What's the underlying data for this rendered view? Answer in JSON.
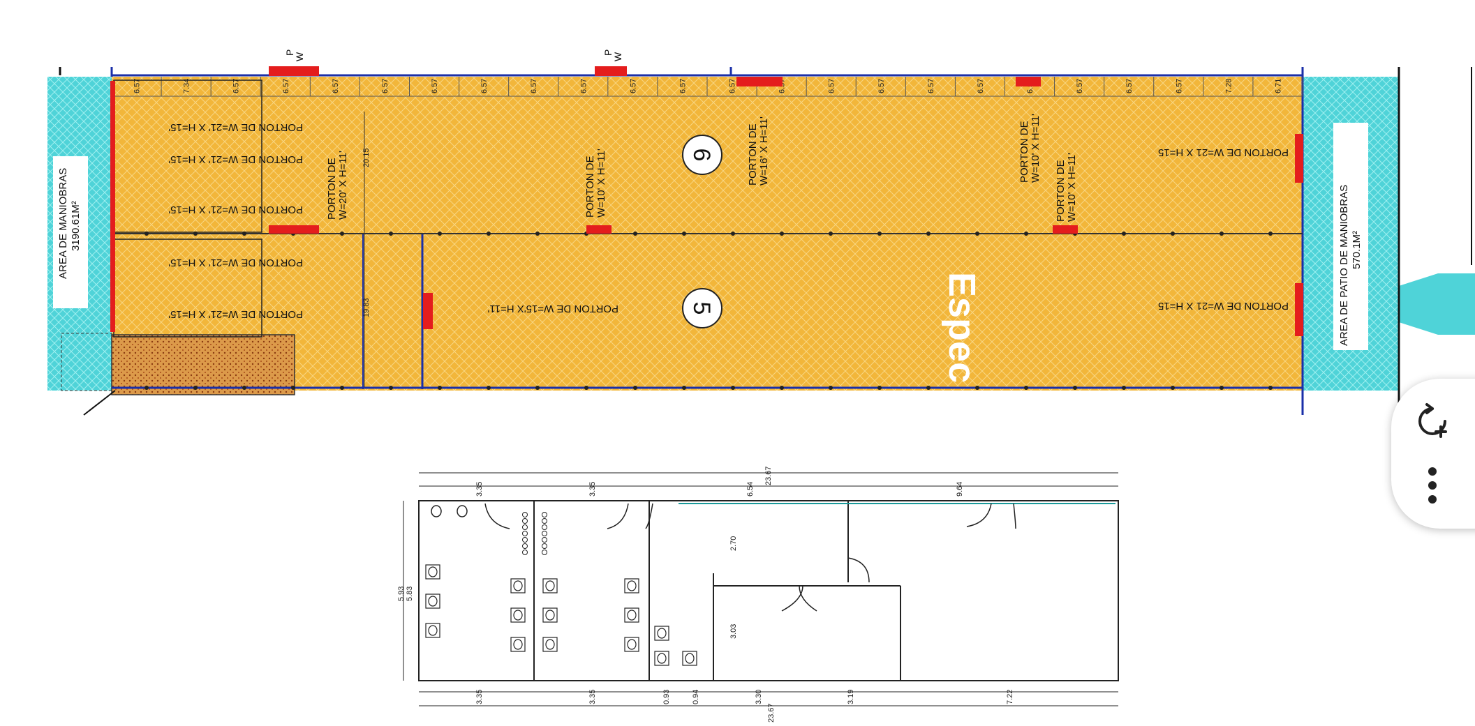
{
  "plan": {
    "area_left": {
      "title": "AREA DE MANIOBRAS",
      "size": "3190.61M²"
    },
    "area_right": {
      "title": "AREA DE PATIO DE MANIOBRAS",
      "size": "570.1M²"
    },
    "spaces": [
      {
        "number": "6"
      },
      {
        "number": "5"
      }
    ],
    "gates": {
      "w21": "PORTON DE W=21 X H=15",
      "w21_alt": "PORTON DE W=21' X H=15'",
      "w15": "PORTON DE W=15'X H=11'",
      "w20_l1": "PORTON DE",
      "w20_l2": "W=20' X H=11'",
      "w10_l1": "PORTON DE",
      "w10_l2": "W=10' X H=11'",
      "w16_l1": "PORTON DE",
      "w16_l2": "W=16' X H=11'"
    },
    "top_labels": [
      "P",
      "W",
      "P",
      "W"
    ],
    "bay_dims": [
      "6.57",
      "7.34",
      "6.57",
      "6.57",
      "6.57",
      "6.57",
      "6.57",
      "6.57",
      "6.57",
      "6.57",
      "6.57",
      "6.57",
      "6.57",
      "6.57",
      "6.57",
      "6.57",
      "6.57",
      "6.57",
      "6.57",
      "6.57",
      "6.57",
      "6.57",
      "7.28",
      "6.71"
    ],
    "height_dims": {
      "upper": "20.15",
      "lower": "19.83"
    },
    "overlay_text": "Espec"
  },
  "office_plan": {
    "top_total": "23.67",
    "top_dims": [
      "3.35",
      "3.35",
      "6.54",
      "9.64"
    ],
    "bottom_dims": [
      "3.35",
      "3.35",
      "0.93",
      "0.94",
      "3.30",
      "3.19",
      "7.22"
    ],
    "bottom_total": "23.67",
    "left_dims": [
      "5.93",
      "5.83"
    ],
    "inner_dims": [
      "2.70",
      "3.03"
    ]
  },
  "actions": {
    "refresh_icon": "refresh-plus-icon",
    "more_icon": "more-vertical-icon"
  },
  "colors": {
    "warehouse_fill": "#f2b63a",
    "maneuver_fill": "#4fd3d8",
    "gate_red": "#e41d1d",
    "wall_blue": "#1a2fa8"
  }
}
